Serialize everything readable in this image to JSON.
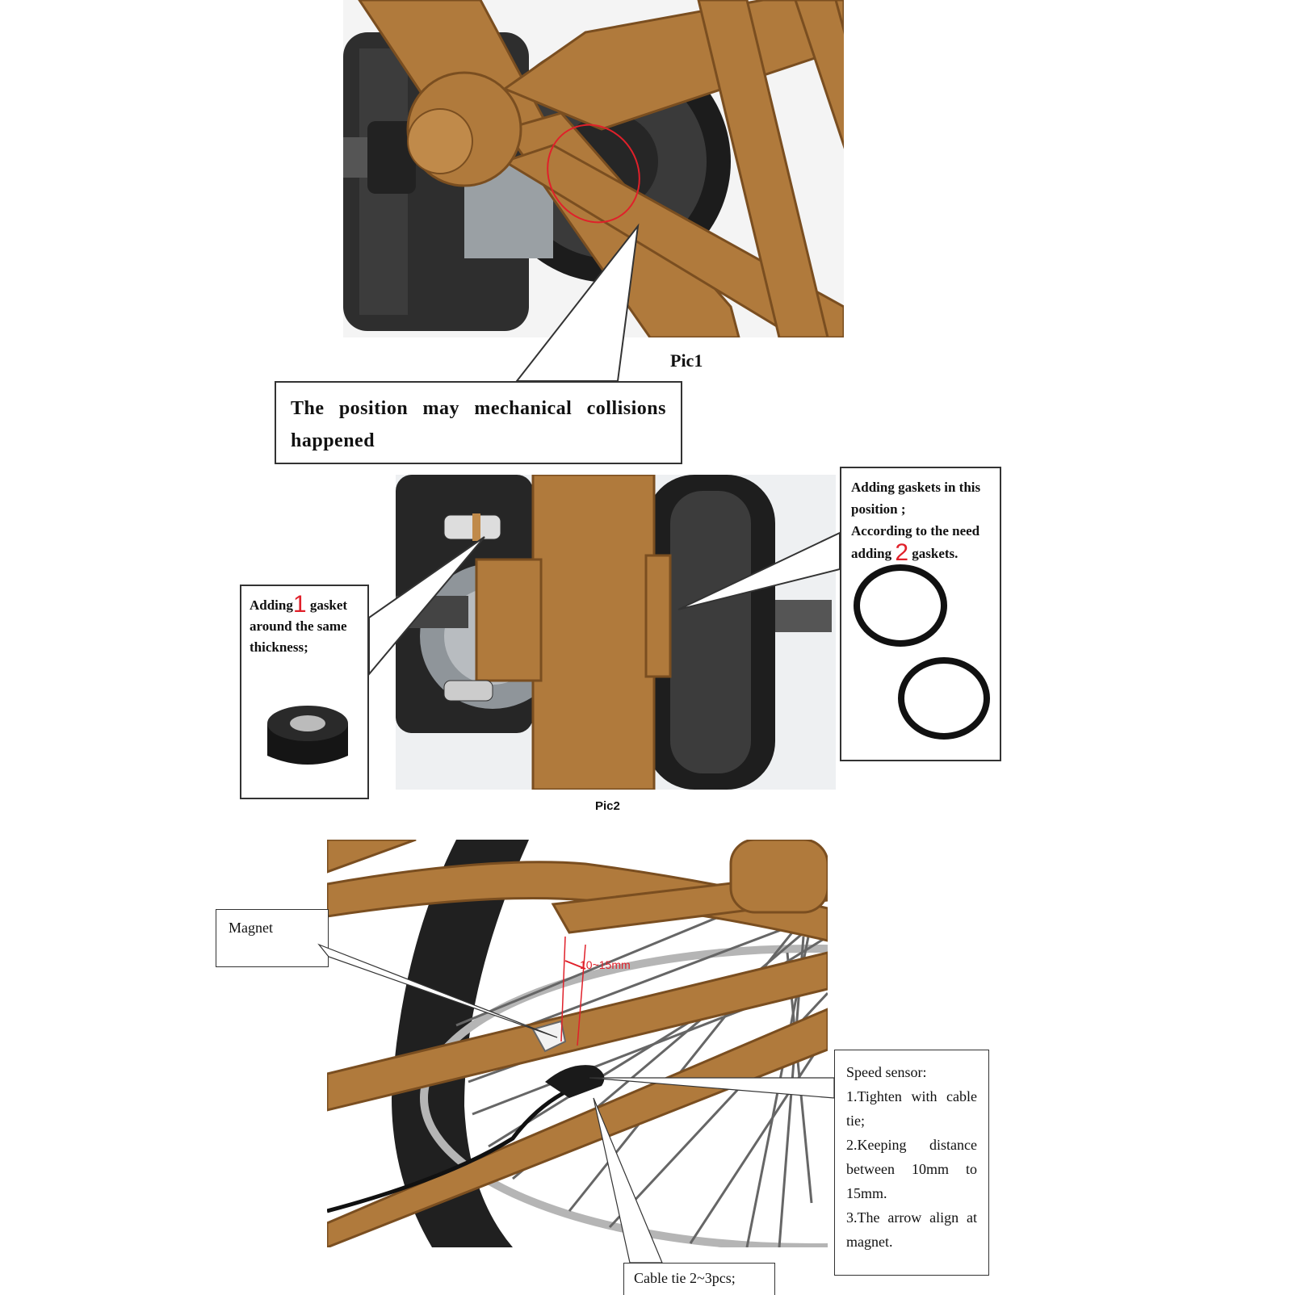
{
  "pic1": {
    "label": "Pic1",
    "callout_text": "The position may mechanical collisions happened"
  },
  "pic2": {
    "label": "Pic2",
    "left_callout": {
      "before_number": "Adding",
      "number": "1",
      "after_number": " gasket around the same thickness;"
    },
    "right_callout": {
      "line1": "Adding gaskets in this position ;",
      "line2": "According to the need",
      "before_number": "adding",
      "number": "2",
      "after_number": "gaskets."
    }
  },
  "pic3": {
    "magnet_label": "Magnet",
    "distance_label": "10~15mm",
    "speed_sensor": {
      "title": "Speed sensor:",
      "step1": "1.Tighten with cable tie;",
      "step2": "2.Keeping distance between 10mm to 15mm.",
      "step3": "3.The arrow align at magnet."
    },
    "cable_tie_label": "Cable tie 2~3pcs;"
  },
  "colors": {
    "frame": "#b07a3c",
    "frame_dark": "#8a5a28",
    "motor": "#2b2b2b",
    "highlight": "#e0202a"
  }
}
